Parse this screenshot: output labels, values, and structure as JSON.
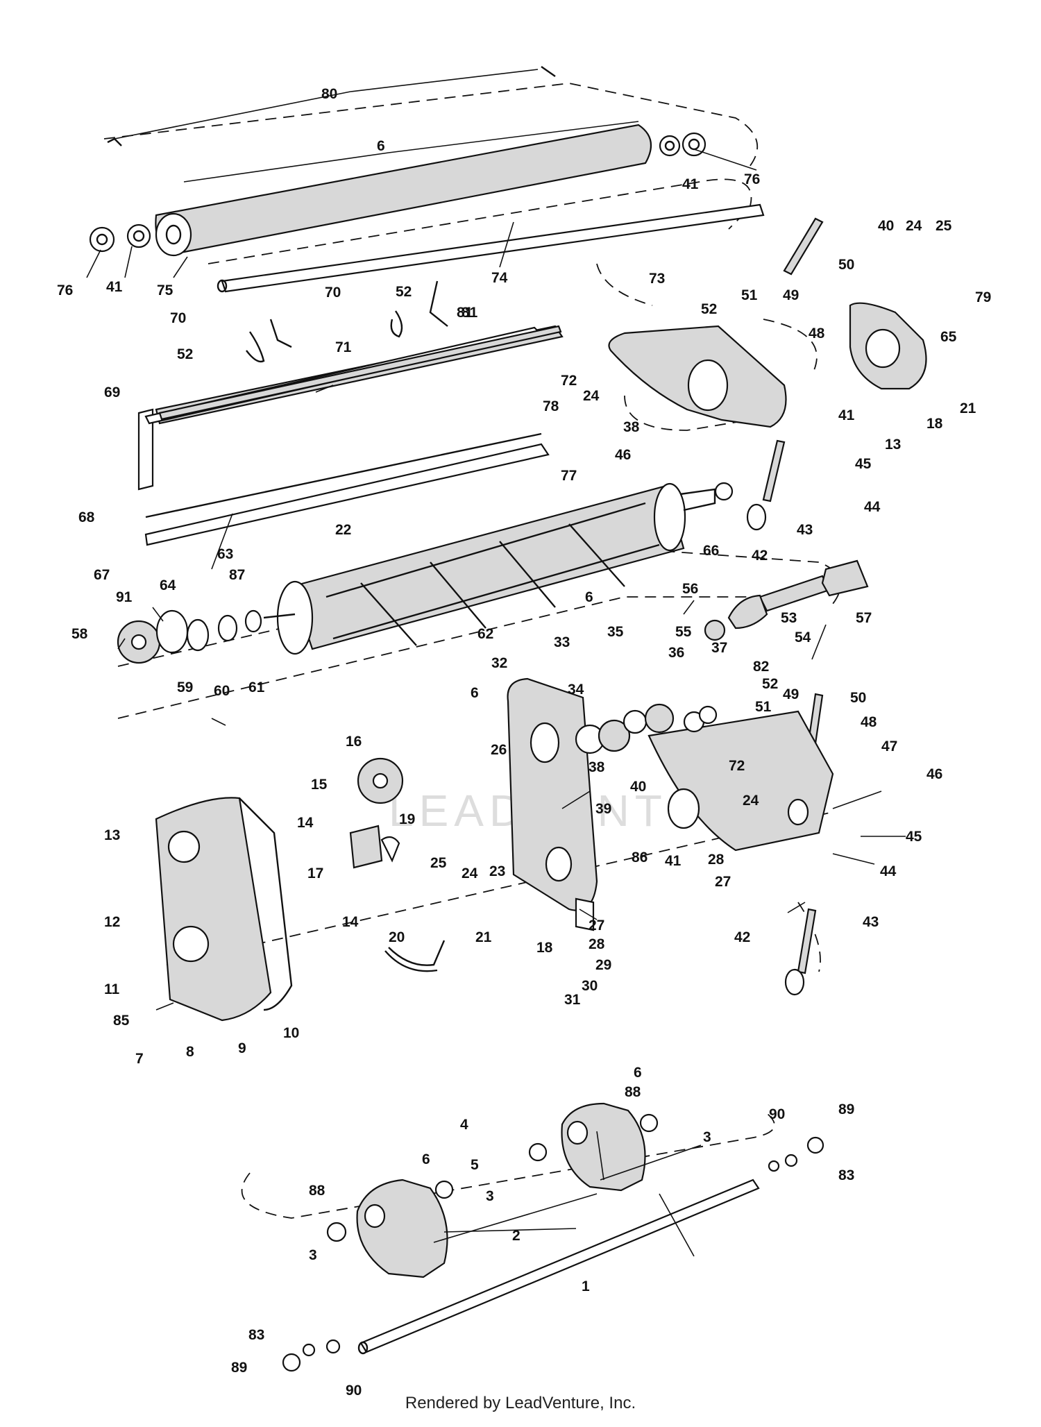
{
  "watermark": "LEADVENTURE",
  "footer": "Rendered by LeadVenture, Inc.",
  "callouts": [
    "80",
    "6",
    "41",
    "76",
    "76",
    "41",
    "75",
    "74",
    "40",
    "24",
    "25",
    "50",
    "73",
    "70",
    "52",
    "81",
    "52",
    "51",
    "79",
    "49",
    "70",
    "81",
    "71",
    "65",
    "52",
    "48",
    "69",
    "72",
    "24",
    "41",
    "21",
    "78",
    "38",
    "13",
    "18",
    "46",
    "45",
    "77",
    "44",
    "68",
    "22",
    "43",
    "66",
    "42",
    "63",
    "67",
    "87",
    "64",
    "6",
    "56",
    "91",
    "57",
    "55",
    "53",
    "58",
    "62",
    "54",
    "33",
    "35",
    "59",
    "60",
    "61",
    "32",
    "37",
    "36",
    "82",
    "6",
    "34",
    "52",
    "49",
    "50",
    "51",
    "48",
    "16",
    "26",
    "47",
    "38",
    "72",
    "15",
    "40",
    "46",
    "39",
    "24",
    "14",
    "19",
    "45",
    "13",
    "86",
    "41",
    "25",
    "24",
    "23",
    "28",
    "17",
    "44",
    "27",
    "14",
    "12",
    "20",
    "21",
    "18",
    "27",
    "42",
    "43",
    "28",
    "29",
    "11",
    "30",
    "31",
    "85",
    "7",
    "8",
    "9",
    "10",
    "6",
    "88",
    "4",
    "3",
    "90",
    "89",
    "6",
    "5",
    "83",
    "88",
    "3",
    "2",
    "3",
    "1",
    "83",
    "89",
    "90"
  ]
}
